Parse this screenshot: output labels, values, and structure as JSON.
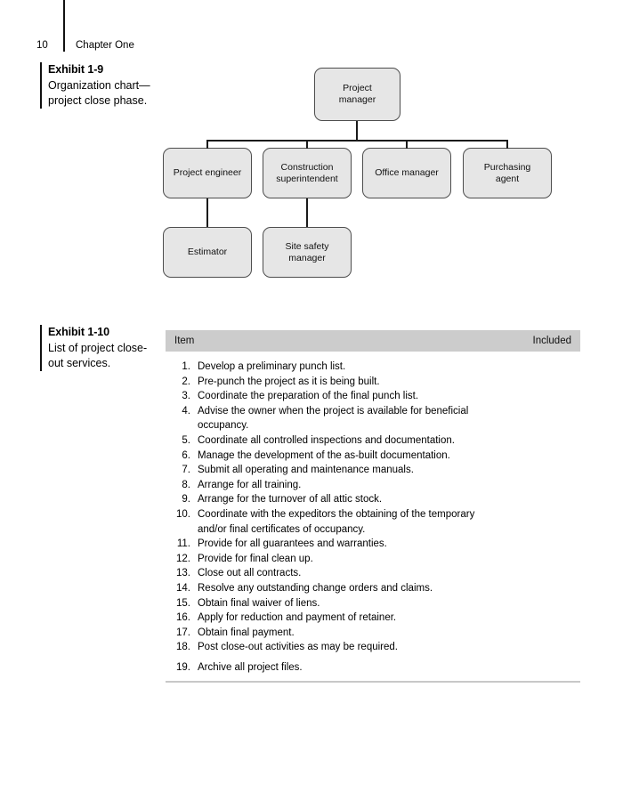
{
  "page": {
    "number": "10",
    "chapter": "Chapter One"
  },
  "exhibit_1_9": {
    "title": "Exhibit 1-9",
    "description": "Organization chart—project close phase."
  },
  "exhibit_1_10": {
    "title": "Exhibit 1-10",
    "description": "List of project close-out services."
  },
  "org_chart": {
    "nodes": {
      "project_manager": "Project\nmanager",
      "project_engineer": "Project engineer",
      "construction_superintendent": "Construction\nsuperintendent",
      "office_manager": "Office manager",
      "purchasing_agent": "Purchasing\nagent",
      "estimator": "Estimator",
      "site_safety_manager": "Site safety\nmanager"
    },
    "box_fill": "#e6e6e6",
    "box_border": "#4d4d4d",
    "line_color": "#1a1a1a"
  },
  "table": {
    "header": {
      "item": "Item",
      "included": "Included"
    },
    "header_fill": "#cccccc",
    "rows": [
      {
        "num": "1.",
        "text": "Develop a preliminary punch list."
      },
      {
        "num": "2.",
        "text": "Pre-punch the project as it is being built."
      },
      {
        "num": "3.",
        "text": "Coordinate the preparation of the final punch list."
      },
      {
        "num": "4.",
        "text": "Advise the owner when the project is available for beneficial occupancy."
      },
      {
        "num": "5.",
        "text": "Coordinate all controlled inspections and documentation."
      },
      {
        "num": "6.",
        "text": "Manage the development of the as-built documentation."
      },
      {
        "num": "7.",
        "text": "Submit all operating and maintenance manuals."
      },
      {
        "num": "8.",
        "text": "Arrange for all training."
      },
      {
        "num": "9.",
        "text": "Arrange for the turnover of all attic stock."
      },
      {
        "num": "10.",
        "text": "Coordinate with the expeditors the obtaining of the temporary  and/or final certificates of occupancy."
      },
      {
        "num": "11.",
        "text": "Provide for all guarantees and warranties."
      },
      {
        "num": "12.",
        "text": "Provide for final clean up."
      },
      {
        "num": "13.",
        "text": "Close out all contracts."
      },
      {
        "num": "14.",
        "text": "Resolve any outstanding change orders and claims."
      },
      {
        "num": "15.",
        "text": "Obtain final waiver of liens."
      },
      {
        "num": "16.",
        "text": "Apply for reduction and payment of retainer."
      },
      {
        "num": "17.",
        "text": "Obtain final payment."
      },
      {
        "num": "18.",
        "text": "Post close-out activities as may be required."
      },
      {
        "num": "19.",
        "text": "Archive all project files."
      }
    ]
  }
}
